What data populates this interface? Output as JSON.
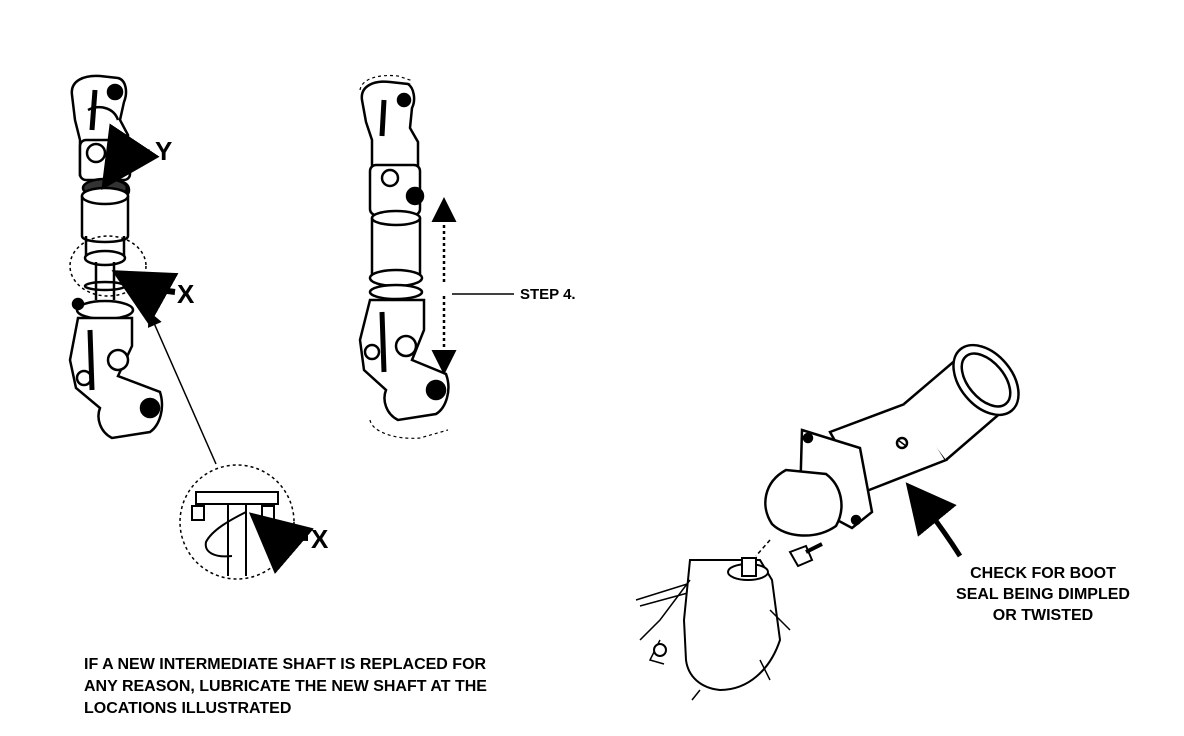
{
  "labels": {
    "y_label": "Y",
    "x_label_main": "X",
    "x_label_detail": "X",
    "step_label": "STEP 4."
  },
  "check_callout": {
    "line1": "CHECK FOR BOOT",
    "line2": "SEAL BEING DIMPLED",
    "line3": "OR TWISTED"
  },
  "note": {
    "line1": "IF A NEW INTERMEDIATE SHAFT IS REPLACED FOR",
    "line2": "ANY REASON, LUBRICATE THE NEW SHAFT AT THE",
    "line3": "LOCATIONS ILLUSTRATED"
  },
  "colors": {
    "ink": "#000000",
    "paper": "#ffffff"
  },
  "icons": [
    "arrow-icon",
    "dotted-double-arrow-icon"
  ]
}
